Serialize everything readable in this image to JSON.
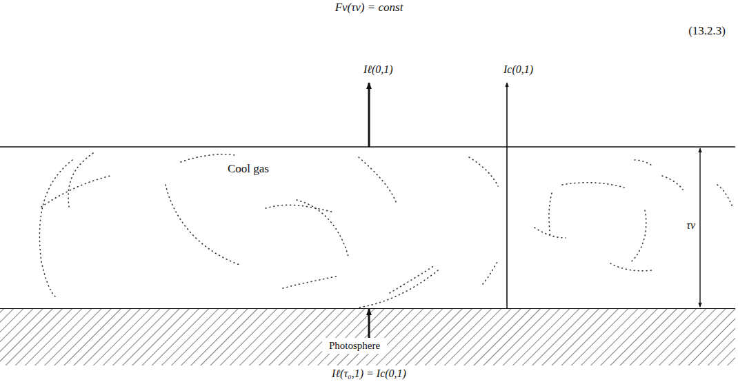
{
  "diagram": {
    "nodes": [
      {
        "text": [
          "Cool gas"
        ]
      },
      {
        "text": [
          "Photosphere"
        ]
      }
    ],
    "edges": [
      {
        "from": 1,
        "to": 0,
        "arrow": "to"
      }
    ],
    "labels": [
      "Fν(τν) = const",
      "(13.2.3)",
      "Iℓ(0,1)",
      "Ic(0,1)",
      "τν",
      "Iℓ(τ₀,1) = Ic(0,1)"
    ]
  }
}
